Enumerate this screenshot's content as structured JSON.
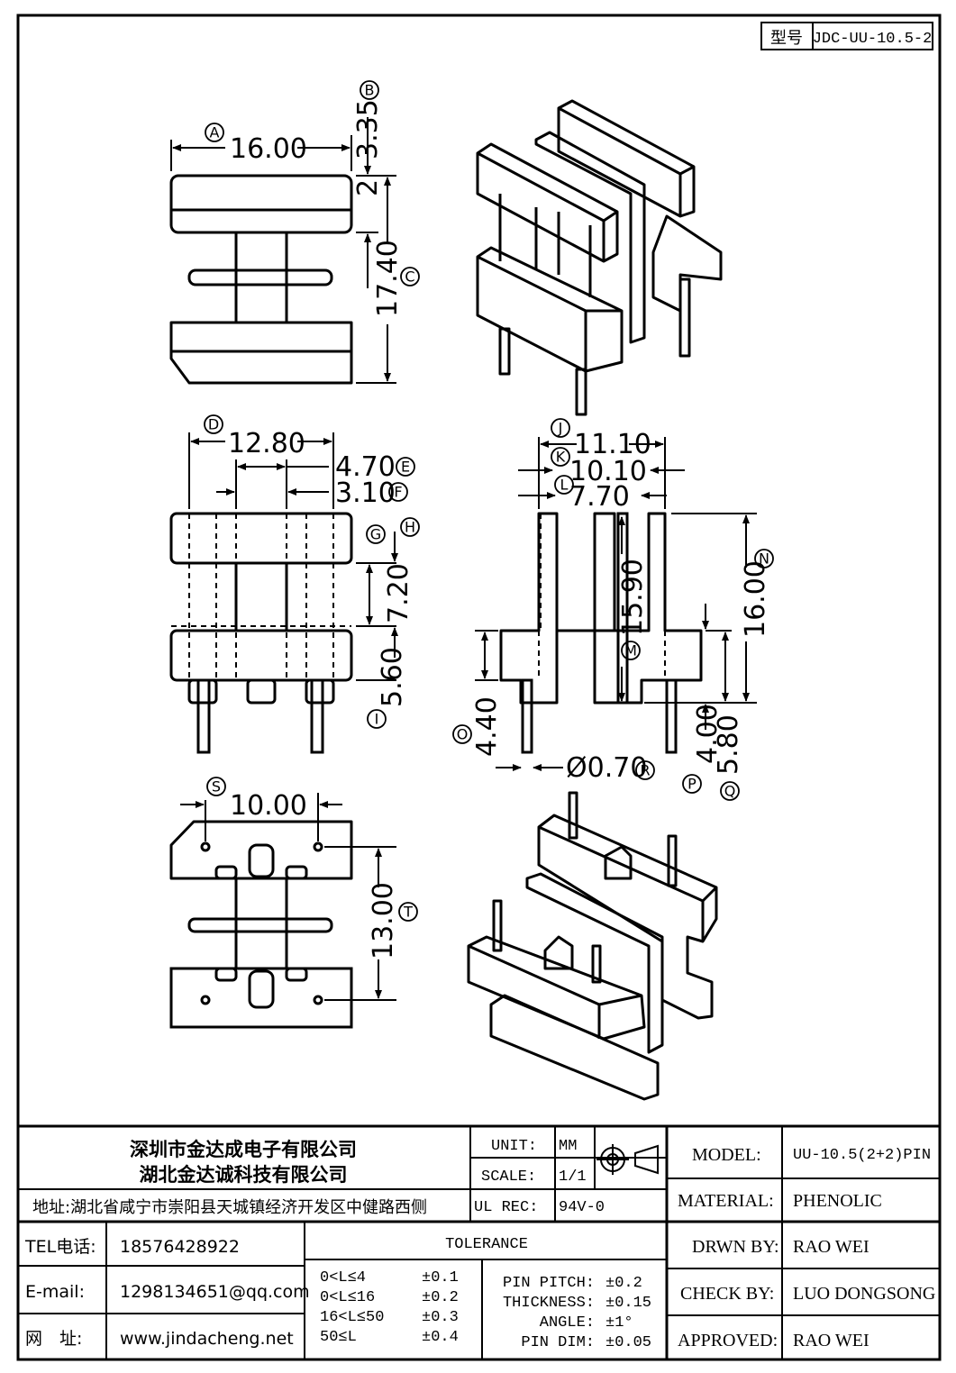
{
  "header": {
    "type_label": "型号",
    "type_value": "JDC-UU-10.5-2"
  },
  "dimensions": {
    "A": "16.00",
    "B": "3.35",
    "B2": "2",
    "C": "17.40",
    "D": "12.80",
    "E": "4.70",
    "F": "3.10",
    "H": "7.20",
    "I": "5.60",
    "J": "11.10",
    "K": "10.10",
    "L": "7.70",
    "M": "15.90",
    "N": "16.00",
    "O": "4.40",
    "R": "Ø0.70",
    "P": "4.00",
    "Q": "5.80",
    "S": "10.00",
    "T": "13.00"
  },
  "labels": [
    "A",
    "B",
    "C",
    "D",
    "E",
    "F",
    "G",
    "H",
    "I",
    "J",
    "K",
    "L",
    "M",
    "N",
    "O",
    "P",
    "Q",
    "R",
    "S",
    "T"
  ],
  "company": {
    "name1": "深圳市金达成电子有限公司",
    "name2": "湖北金达诚科技有限公司",
    "address": "地址:湖北省咸宁市崇阳县天城镇经济开发区中健路西侧",
    "tel_label": "TEL电话:",
    "tel": "18576428922",
    "email_label": "E-mail:",
    "email": "1298134651@qq.com",
    "web_label": "网　址:",
    "web": "www.jindacheng.net"
  },
  "spec": {
    "unit_label": "UNIT:",
    "unit": "MM",
    "scale_label": "SCALE:",
    "scale": "1/1",
    "ulrec_label": "UL REC:",
    "ulrec": "94V-0",
    "tolerance_title": "TOLERANCE",
    "tol_rows": [
      {
        "range": "0<L≤4",
        "value": "±0.1"
      },
      {
        "range": "0<L≤16",
        "value": "±0.2"
      },
      {
        "range": "16<L≤50",
        "value": "±0.3"
      },
      {
        "range": "50≤L",
        "value": "±0.4"
      }
    ],
    "tol2_rows": [
      {
        "label": "PIN PITCH:",
        "value": "±0.2"
      },
      {
        "label": "THICKNESS:",
        "value": "±0.15"
      },
      {
        "label": "ANGLE:",
        "value": "±1°"
      },
      {
        "label": "PIN DIM:",
        "value": "±0.05"
      }
    ]
  },
  "info": {
    "model_label": "MODEL:",
    "model": "UU-10.5(2+2)PIN",
    "material_label": "MATERIAL:",
    "material": "PHENOLIC",
    "drawn_label": "DRWN BY:",
    "drawn": "RAO WEI",
    "check_label": "CHECK BY:",
    "check": "LUO DONGSONG",
    "approved_label": "APPROVED:",
    "approved": "RAO WEI"
  }
}
